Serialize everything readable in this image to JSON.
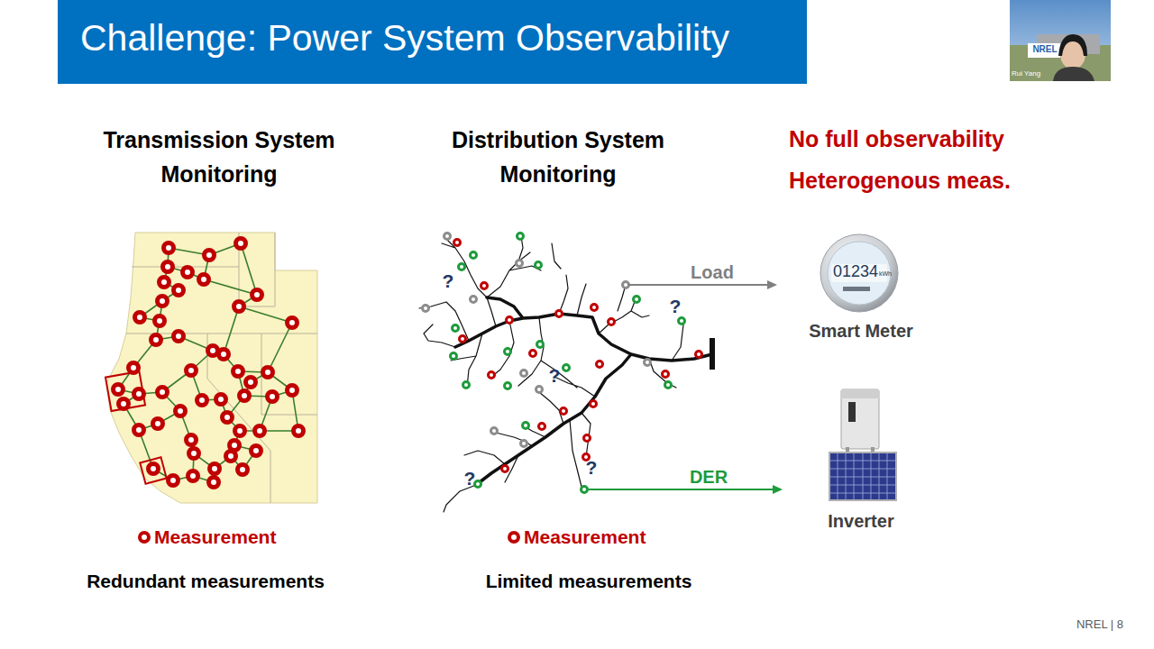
{
  "diagram": {
    "title": "Challenge: Power System Observability",
    "nodes": [
      {
        "text": [
          "01234",
          "kWh",
          "Smart Meter"
        ]
      },
      {
        "text": [
          "Inverter"
        ]
      }
    ],
    "labels": [
      "Transmission System Monitoring",
      "Distribution System Monitoring",
      "No full observability",
      "Heterogenous meas.",
      "Load",
      "DER",
      "Redundant measurements",
      "Limited measurements",
      "?",
      "?",
      "?",
      "?",
      "?",
      "NREL | 8",
      "Rui Yang",
      "NREL"
    ],
    "legend": [
      {
        "text": "Measurement"
      },
      {
        "text": "Measurement"
      }
    ]
  }
}
